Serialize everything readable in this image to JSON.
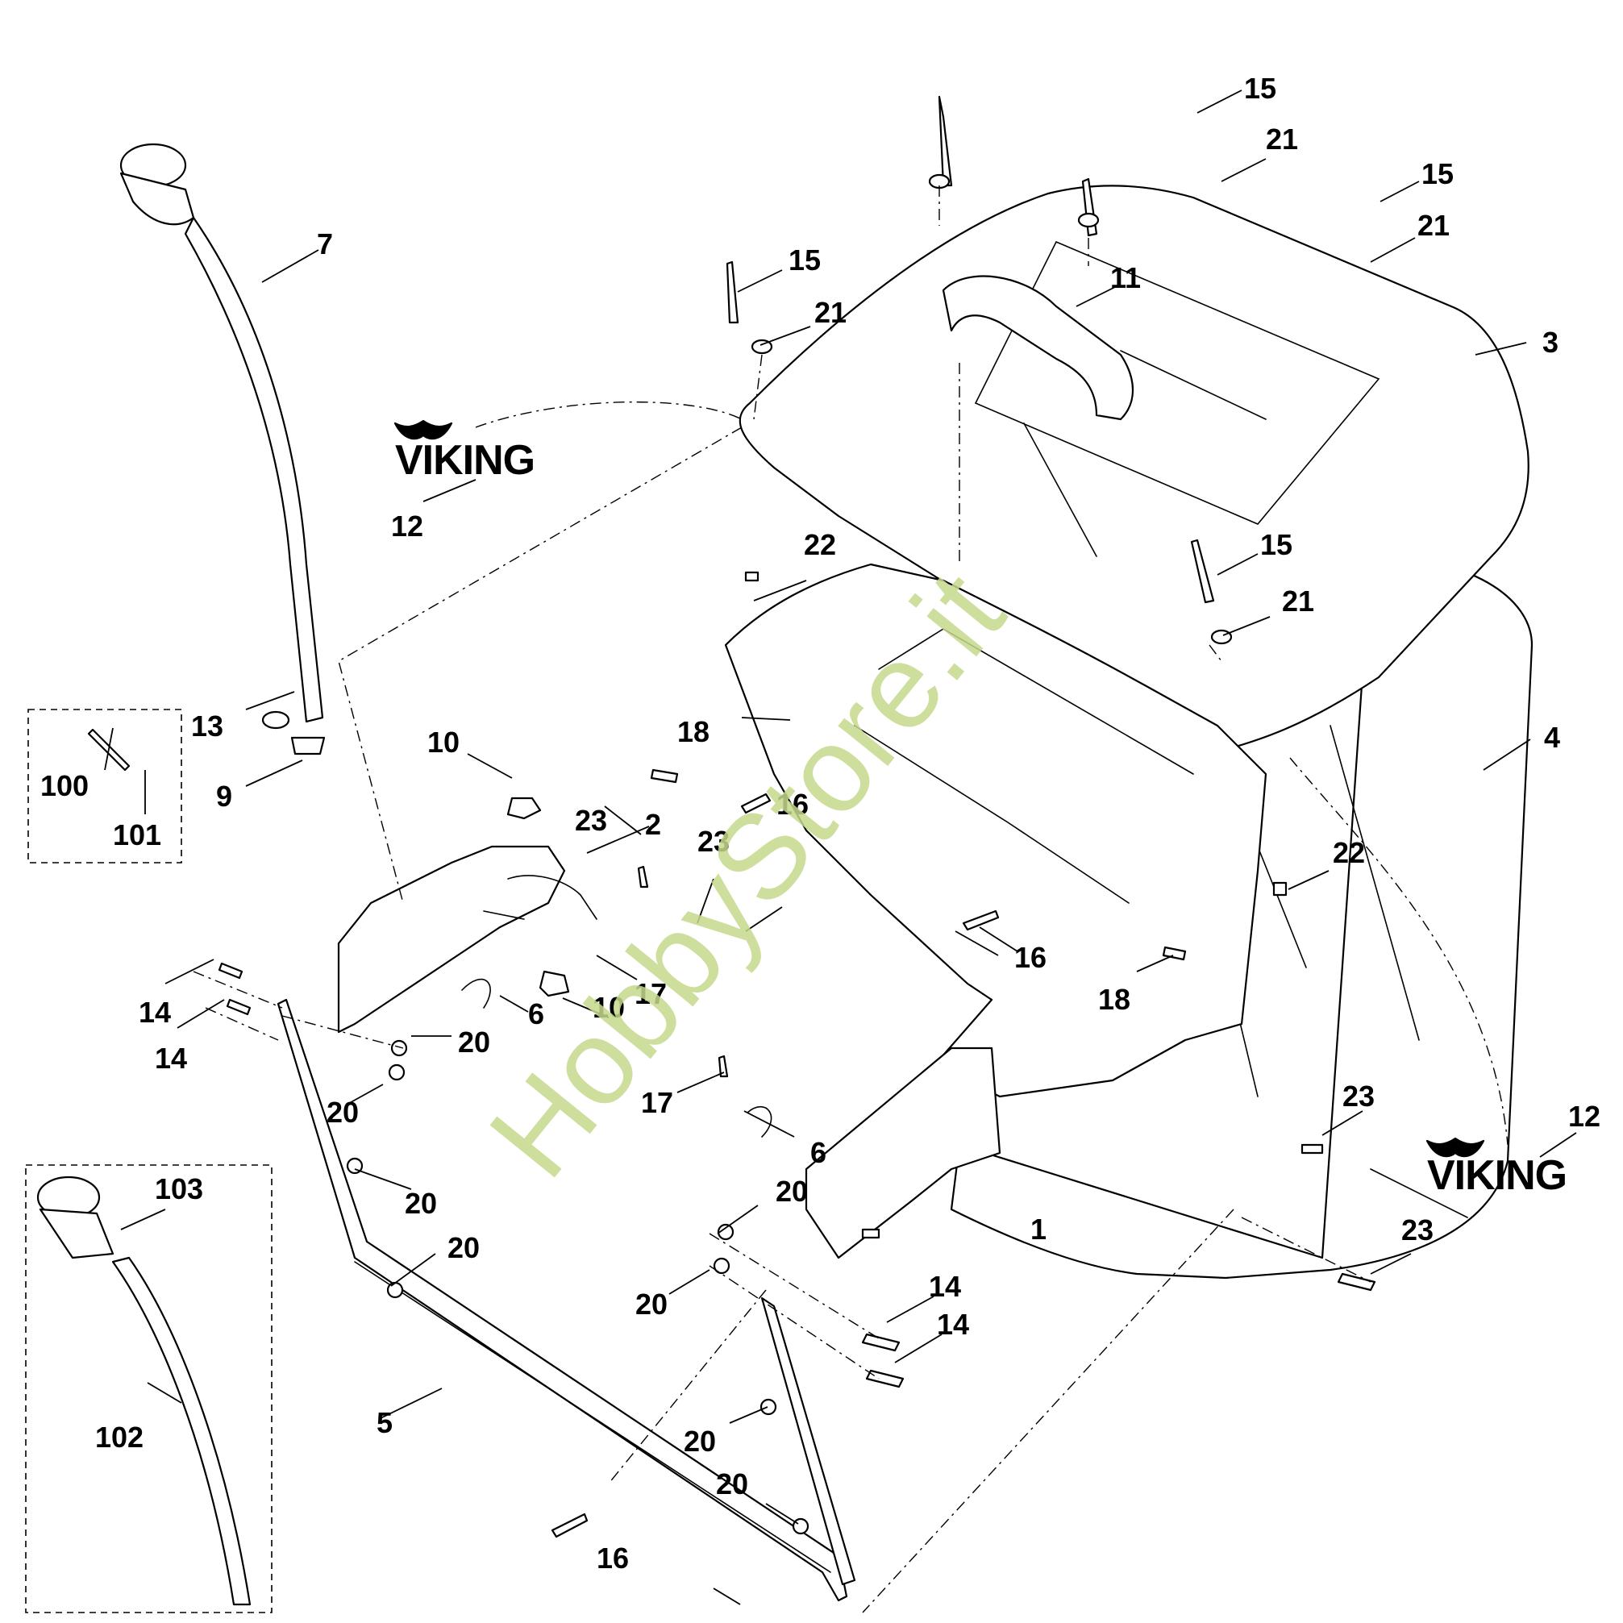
{
  "diagram": {
    "brand_left": "VIKING",
    "brand_right": "VIKING",
    "watermark": "HobbyStore.it",
    "callouts": {
      "c1": "1",
      "c2": "2",
      "c3": "3",
      "c4": "4",
      "c5": "5",
      "c6a": "6",
      "c6b": "6",
      "c7": "7",
      "c9": "9",
      "c10a": "10",
      "c10b": "10",
      "c11": "11",
      "c12a": "12",
      "c12b": "12",
      "c13": "13",
      "c14a": "14",
      "c14b": "14",
      "c14c": "14",
      "c14d": "14",
      "c15a": "15",
      "c15b": "15",
      "c15c": "15",
      "c15d": "15",
      "c16a": "16",
      "c16b": "16",
      "c16c": "16",
      "c17a": "17",
      "c17b": "17",
      "c18a": "18",
      "c18b": "18",
      "c20a": "20",
      "c20b": "20",
      "c20c": "20",
      "c20d": "20",
      "c20e": "20",
      "c20f": "20",
      "c20g": "20",
      "c20h": "20",
      "c21a": "21",
      "c21b": "21",
      "c21c": "21",
      "c21d": "21",
      "c22a": "22",
      "c22b": "22",
      "c23a": "23",
      "c23b": "23",
      "c23c": "23",
      "c23d": "23",
      "c100": "100",
      "c101": "101",
      "c102": "102",
      "c103": "103"
    }
  }
}
